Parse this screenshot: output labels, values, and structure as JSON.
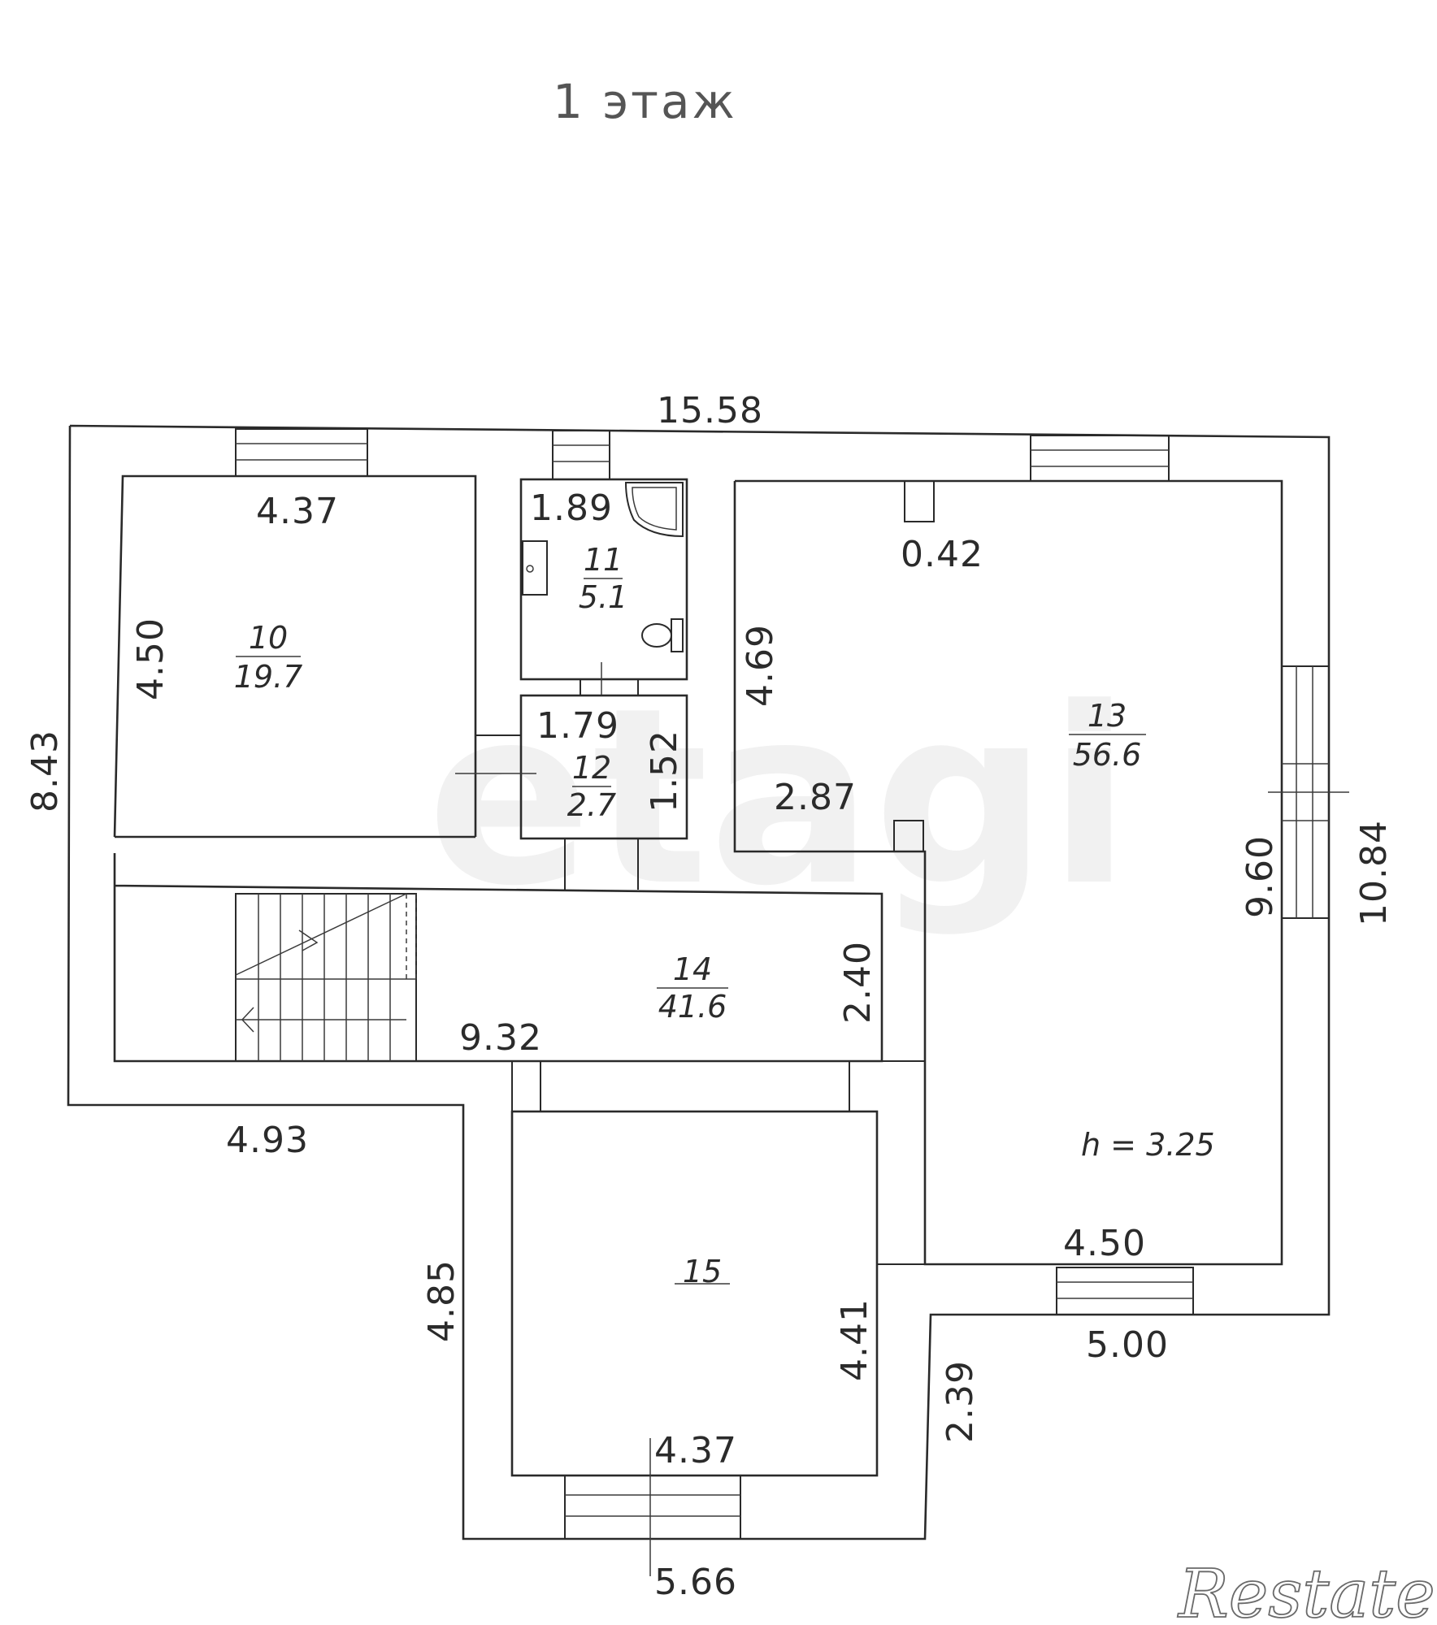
{
  "title": "1   этаж",
  "watermark": "etagi",
  "logo_text": "Restate",
  "height_note": "h  =  3.25",
  "rooms": [
    {
      "number": "10",
      "area": "19.7"
    },
    {
      "number": "11",
      "area": "5.1"
    },
    {
      "number": "12",
      "area": "2.7"
    },
    {
      "number": "13",
      "area": "56.6"
    },
    {
      "number": "14",
      "area": "41.6"
    },
    {
      "number": "15",
      "area": ""
    }
  ],
  "dimensions": {
    "top_overall": "15.58",
    "room10_width": "4.37",
    "room10_height": "4.50",
    "left_overall": "8.43",
    "room11_width": "1.89",
    "room12_width": "1.79",
    "room12_height": "1.52",
    "wall_offset": "0.42",
    "room13_left": "4.69",
    "room13_bottom_step": "2.87",
    "room13_right": "9.60",
    "right_overall": "10.84",
    "room14_height": "2.40",
    "room14_width": "9.32",
    "bottom_left": "4.93",
    "room15_left_outer": "4.85",
    "room15_right": "4.41",
    "room15_width": "4.37",
    "bottom_overall": "5.66",
    "room13_bottom": "4.50",
    "right_bottom": "5.00",
    "wing_step": "2.39"
  }
}
